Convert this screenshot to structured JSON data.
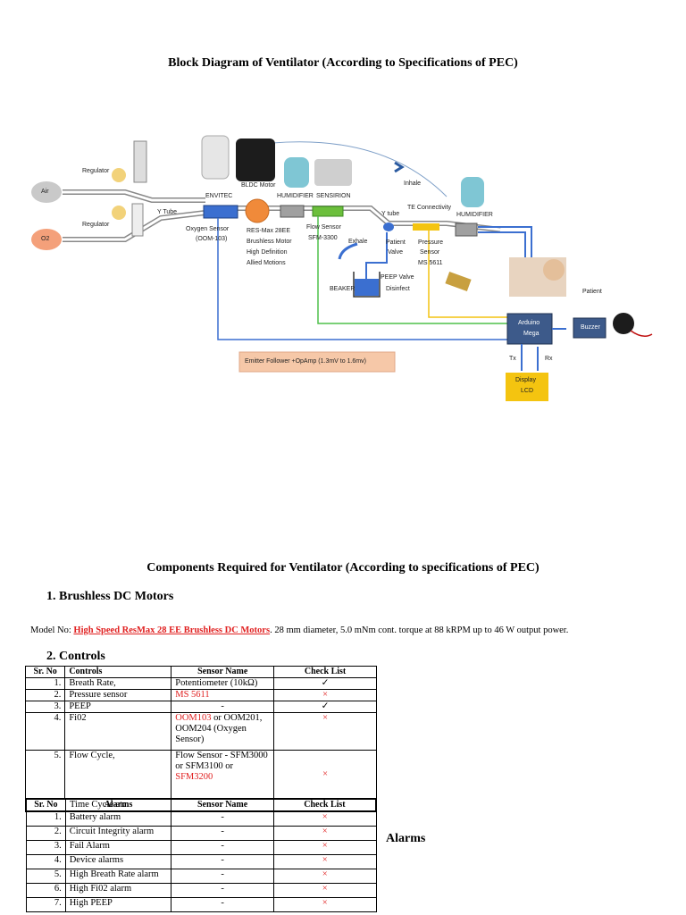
{
  "doc": {
    "title": "Block Diagram of Ventilator (According to Specifications of PEC)",
    "components_title": "Components Required for Ventilator (According to specifications of PEC)",
    "section1_heading": "1. Brushless DC Motors",
    "model_prefix": "Model No: ",
    "model_link": "High Speed ResMax 28 EE Brushless DC Motors",
    "model_rest": ". 28 mm diameter, 5.0 mNm cont. torque at 88 kRPM up to 46 W output power.",
    "section2_heading": "2. Controls",
    "alarms_label": "Alarms"
  },
  "diagram": {
    "air": "Air",
    "o2": "O2",
    "regulator_top": "Regulator",
    "regulator_bottom": "Regulator",
    "y_tube_left": "Y Tube",
    "envitec": "ENVITEC",
    "bldc_motor": "BLDC Motor",
    "humidifier1": "HUMIDIFIER",
    "sensirion": "SENSIRION",
    "inhale": "Inhale",
    "te_connectivity": "TE Connectivity",
    "y_tube_right": "Y tube",
    "humidifier2": "HUMIDIFIER",
    "oxygen_sensor": "Oxygen Sensor",
    "oom": "(OOM-103)",
    "resmax1": "RES-Max 28EE",
    "resmax2": "Brushless Motor",
    "resmax3": "High Definition",
    "resmax4": "Allied Motions",
    "flow_sensor": "Flow Sensor",
    "sfm": "SFM-3300",
    "exhale": "Exhale",
    "patient_valve1": "Patient",
    "patient_valve2": "Valve",
    "pressure1": "Pressure",
    "pressure2": "Sensor",
    "pressure3": "MS 5611",
    "beaker": "BEAKER",
    "peep1": "PEEP Valve",
    "peep2": "Disinfect",
    "patient": "Patient",
    "arduino1": "Arduino",
    "arduino2": "Mega",
    "buzzer": "Buzzer",
    "tx": "Tx",
    "rx": "Rx",
    "display1": "Display",
    "display2": "LCD",
    "emitter": "Emitter Follower +OpAmp (1.3mV to 1.6mv)"
  },
  "controls_table": {
    "headers": [
      "Sr. No",
      "Controls",
      "Sensor Name",
      "Check List"
    ],
    "rows": [
      {
        "no": "1.",
        "control": "Breath Rate,",
        "sensor": "Potentiometer (10kΩ)",
        "check": "✓"
      },
      {
        "no": "2.",
        "control": "Pressure sensor",
        "sensor": "MS 5611",
        "check": "×"
      },
      {
        "no": "3.",
        "control": "PEEP",
        "sensor": "-",
        "check": "✓"
      },
      {
        "no": "4.",
        "control": "Fi02",
        "sensor_red": "OOM103",
        "sensor_rest": " or OOM201, OOM204 (Oxygen Sensor)",
        "check": "×"
      },
      {
        "no": "5.",
        "control": "Flow Cycle,",
        "sensor_a": "Flow Sensor - SFM3000 or SFM3100 or",
        "sensor_red": "SFM3200",
        "check": "×"
      }
    ],
    "overlap_text": "Time Cycle etc."
  },
  "alarms_table": {
    "headers": [
      "Sr. No",
      "Alarms",
      "Sensor Name",
      "Check List"
    ],
    "rows": [
      {
        "no": "1.",
        "alarm": "Battery alarm",
        "sensor": "-",
        "check": "×"
      },
      {
        "no": "2.",
        "alarm": "Circuit Integrity alarm",
        "sensor": "-",
        "check": "×"
      },
      {
        "no": "3.",
        "alarm": "Fail Alarm",
        "sensor": "-",
        "check": "×"
      },
      {
        "no": "4.",
        "alarm": "Device alarms",
        "sensor": "-",
        "check": "×"
      },
      {
        "no": "5.",
        "alarm": "High Breath Rate alarm",
        "sensor": "-",
        "check": "×"
      },
      {
        "no": "6.",
        "alarm": "High Fi02 alarm",
        "sensor": "-",
        "check": "×"
      },
      {
        "no": "7.",
        "alarm": "High PEEP",
        "sensor": "-",
        "check": "×"
      }
    ]
  }
}
